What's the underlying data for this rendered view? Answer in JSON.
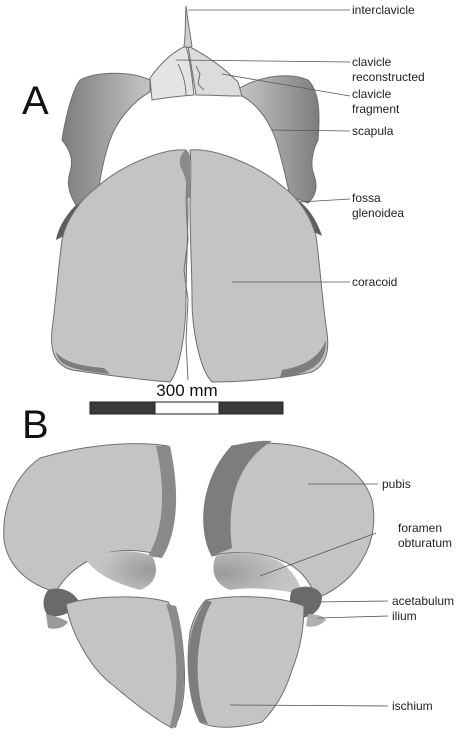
{
  "panels": {
    "a": "A",
    "b": "B"
  },
  "scale_bar": {
    "label": "300 mm",
    "segments": 3
  },
  "labels": {
    "interclavicle": "interclavicle",
    "clavicle_reconstructed_1": "clavicle",
    "clavicle_reconstructed_2": "reconstructed",
    "clavicle_fragment_1": "clavicle",
    "clavicle_fragment_2": "fragment",
    "scapula": "scapula",
    "fossa_glenoidea_1": "fossa",
    "fossa_glenoidea_2": "glenoidea",
    "coracoid": "coracoid",
    "pubis": "pubis",
    "foramen_obturatum_1": "foramen",
    "foramen_obturatum_2": "obturatum",
    "acetabulum": "acetabulum",
    "ilium": "ilium",
    "ischium": "ischium"
  },
  "colors": {
    "bone_light": "#c4c4c4",
    "bone_mid": "#a8a8a8",
    "bone_dark": "#7d7d7d",
    "bone_darkest": "#5e5e5e",
    "clavicle_light": "#e4e4e4",
    "scale_dark": "#3a3a3a"
  }
}
